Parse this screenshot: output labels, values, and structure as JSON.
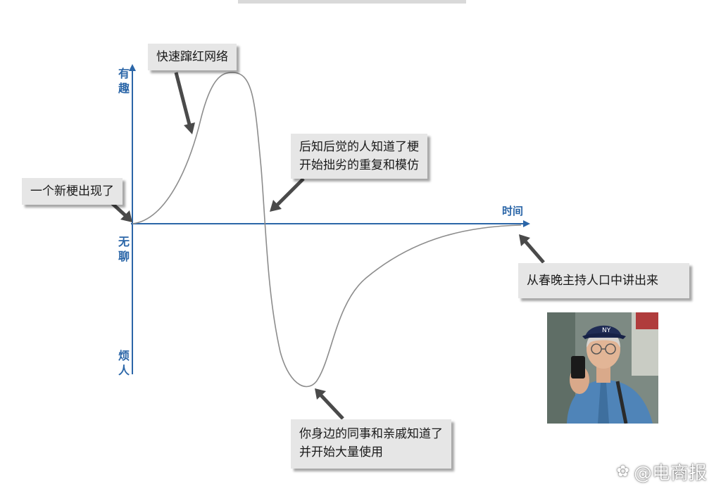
{
  "axis": {
    "y_top": "有趣",
    "y_middle": "无聊",
    "y_bottom": "烦人",
    "x_label": "时间"
  },
  "callouts": {
    "new_meme": "一个新梗出现了",
    "viral": "快速蹿红网络",
    "latecomers_line1": "后知后觉的人知道了梗",
    "latecomers_line2": "开始拙劣的重复和模仿",
    "colleagues_line1": "你身边的同事和亲戚知道了",
    "colleagues_line2": "并开始大量使用",
    "gala_host": "从春晚主持人口中讲出来"
  },
  "watermark": {
    "icon": "paw-icon",
    "text": "@电商报"
  },
  "colors": {
    "axis": "#2b66a8",
    "curve": "#8c8c8c",
    "callout_bg": "#e6e6e6",
    "arrow": "#4a4a4a"
  }
}
